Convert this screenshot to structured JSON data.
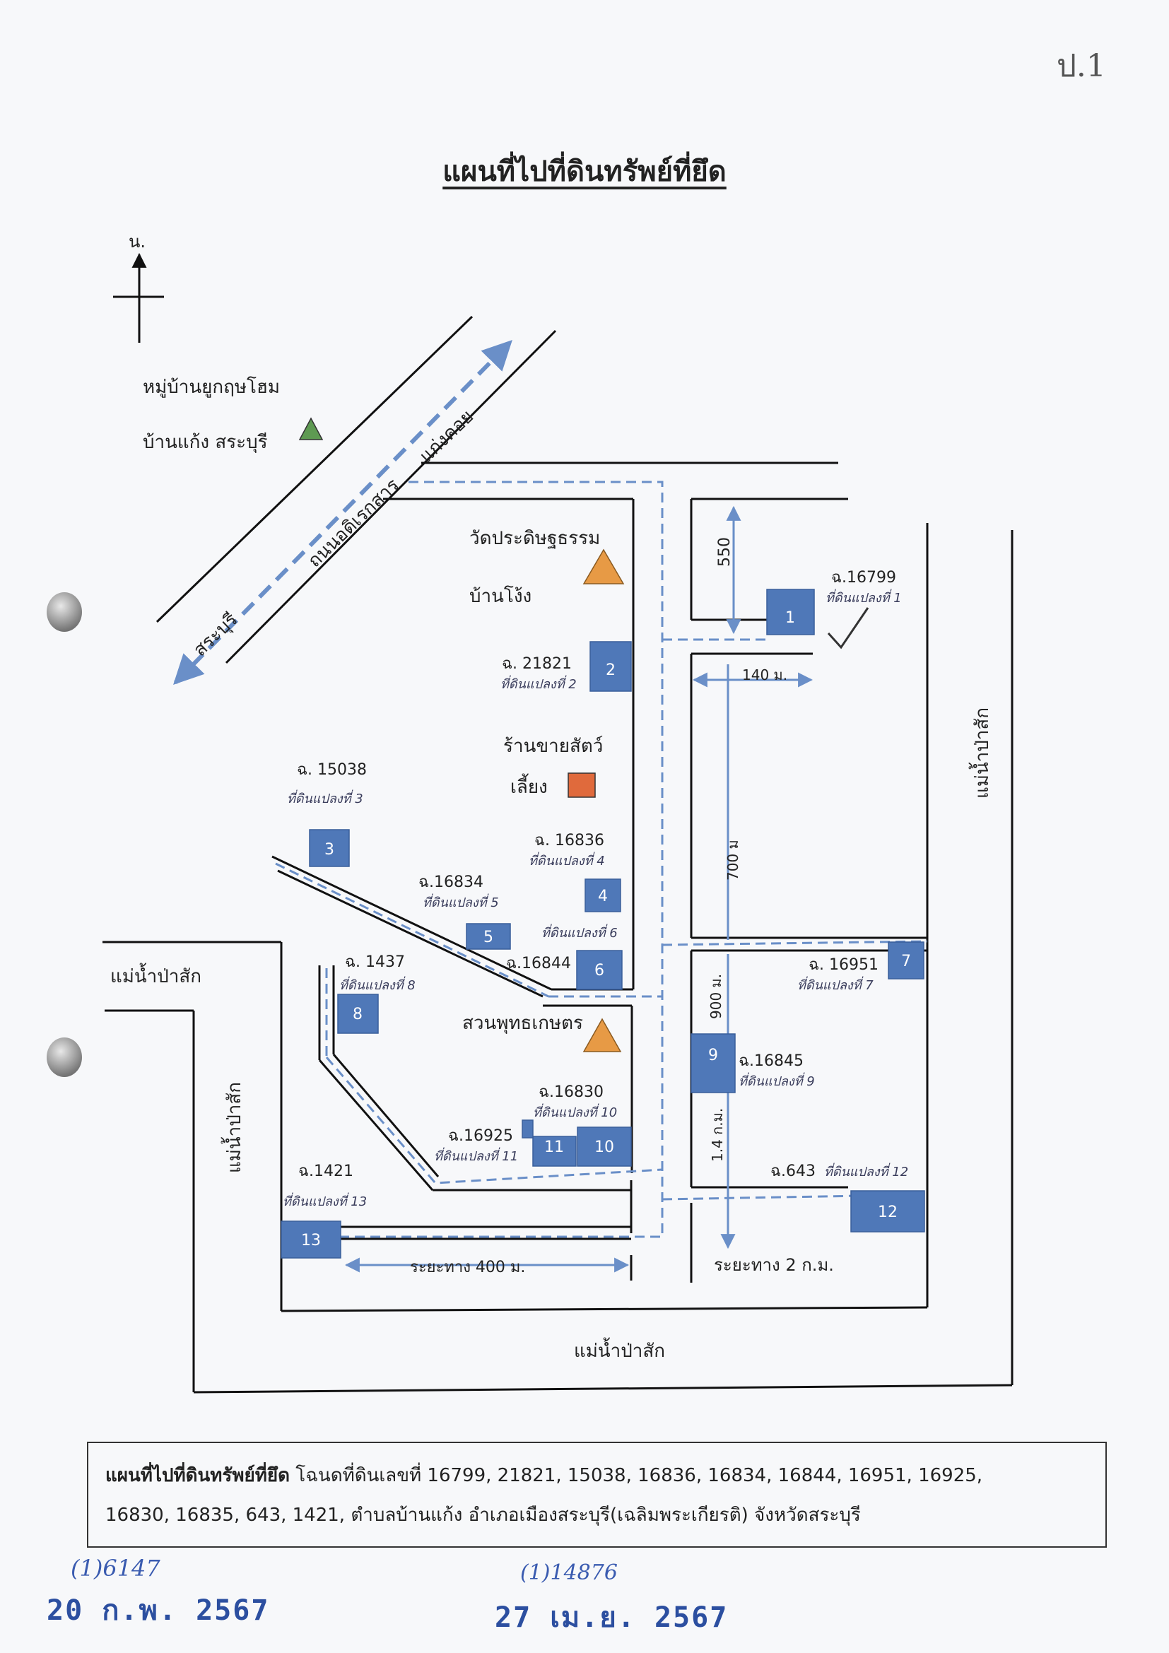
{
  "page": {
    "corner_mark": "ป.1",
    "title": "แผนที่ไปที่ดินทรัพย์ที่ยึด"
  },
  "compass": {
    "north_label": "น."
  },
  "labels": {
    "village_name": "หมู่บ้านยูกฤษโฮม",
    "village_district": "บ้านแก้ง สระบุรี",
    "road_name": "ถนนอดิเรกสาร",
    "road_to_kaeng_khoi": "แก่งคอย",
    "road_to_saraburi": "สระบุรี",
    "temple": "วัดประดิษฐธรรม",
    "ban_ngong": "บ้านโง้ง",
    "pet_shop_line1": "ร้านขายสัตว์",
    "pet_shop_line2": "เลี้ยง",
    "garden": "สวนพุทธเกษตร",
    "river_top_right": "แม่น้ำป่าสัก",
    "river_left": "แม่น้ำป่าสัก",
    "river_left_vertical": "แม่น้ำป่าสัก",
    "river_bottom": "แม่น้ำป่าสัก"
  },
  "distances": {
    "d550": "550",
    "d140": "140 ม.",
    "d700": "700 ม",
    "d900": "900 ม.",
    "d14km": "1.4 ก.ม.",
    "d400": "ระยะทาง 400 ม.",
    "d2km": "ระยะทาง 2 ก.ม."
  },
  "parcels": [
    {
      "num": "1",
      "deed": "ฉ.16799",
      "plot": "ที่ดินแปลงที่ 1"
    },
    {
      "num": "2",
      "deed": "ฉ. 21821",
      "plot": "ที่ดินแปลงที่ 2"
    },
    {
      "num": "3",
      "deed": "ฉ. 15038",
      "plot": "ที่ดินแปลงที่ 3"
    },
    {
      "num": "4",
      "deed": "ฉ. 16836",
      "plot": "ที่ดินแปลงที่ 4"
    },
    {
      "num": "5",
      "deed": "ฉ.16834",
      "plot": "ที่ดินแปลงที่ 5"
    },
    {
      "num": "6",
      "deed": "ฉ.16844",
      "plot": "ที่ดินแปลงที่ 6"
    },
    {
      "num": "7",
      "deed": "ฉ. 16951",
      "plot": "ที่ดินแปลงที่ 7"
    },
    {
      "num": "8",
      "deed": "ฉ. 1437",
      "plot": "ที่ดินแปลงที่ 8"
    },
    {
      "num": "9",
      "deed": "ฉ.16845",
      "plot": "ที่ดินแปลงที่ 9"
    },
    {
      "num": "10",
      "deed": "ฉ.16830",
      "plot": "ที่ดินแปลงที่ 10"
    },
    {
      "num": "11",
      "deed": "ฉ.16925",
      "plot": "ที่ดินแปลงที่ 11"
    },
    {
      "num": "12",
      "deed": "ฉ.643",
      "plot": "ที่ดินแปลงที่ 12"
    },
    {
      "num": "13",
      "deed": "ฉ.1421",
      "plot": "ที่ดินแปลงที่ 13"
    }
  ],
  "caption": {
    "bold": "แผนที่ไปที่ดินทรัพย์ที่ยึด",
    "line1_rest": "โฉนดที่ดินเลขที่ 16799, 21821, 15038, 16836, 16834, 16844, 16951, 16925,",
    "line2": "16830, 16835, 643, 1421, ตำบลบ้านแก้ง อำเภอเมืองสระบุรี(เฉลิมพระเกียรติ) จังหวัดสระบุรี"
  },
  "stamps": {
    "hand1": "(1)6147",
    "date1": "20 ก.พ. 2567",
    "hand2": "(1)14876",
    "date2": "27 เม.ย. 2567"
  },
  "colors": {
    "parcel": "#4f78b8",
    "route": "#6a8fc8",
    "temple_triangle": "#e79a45",
    "village_triangle": "#5e9a52",
    "shop_square": "#e06a3c"
  }
}
